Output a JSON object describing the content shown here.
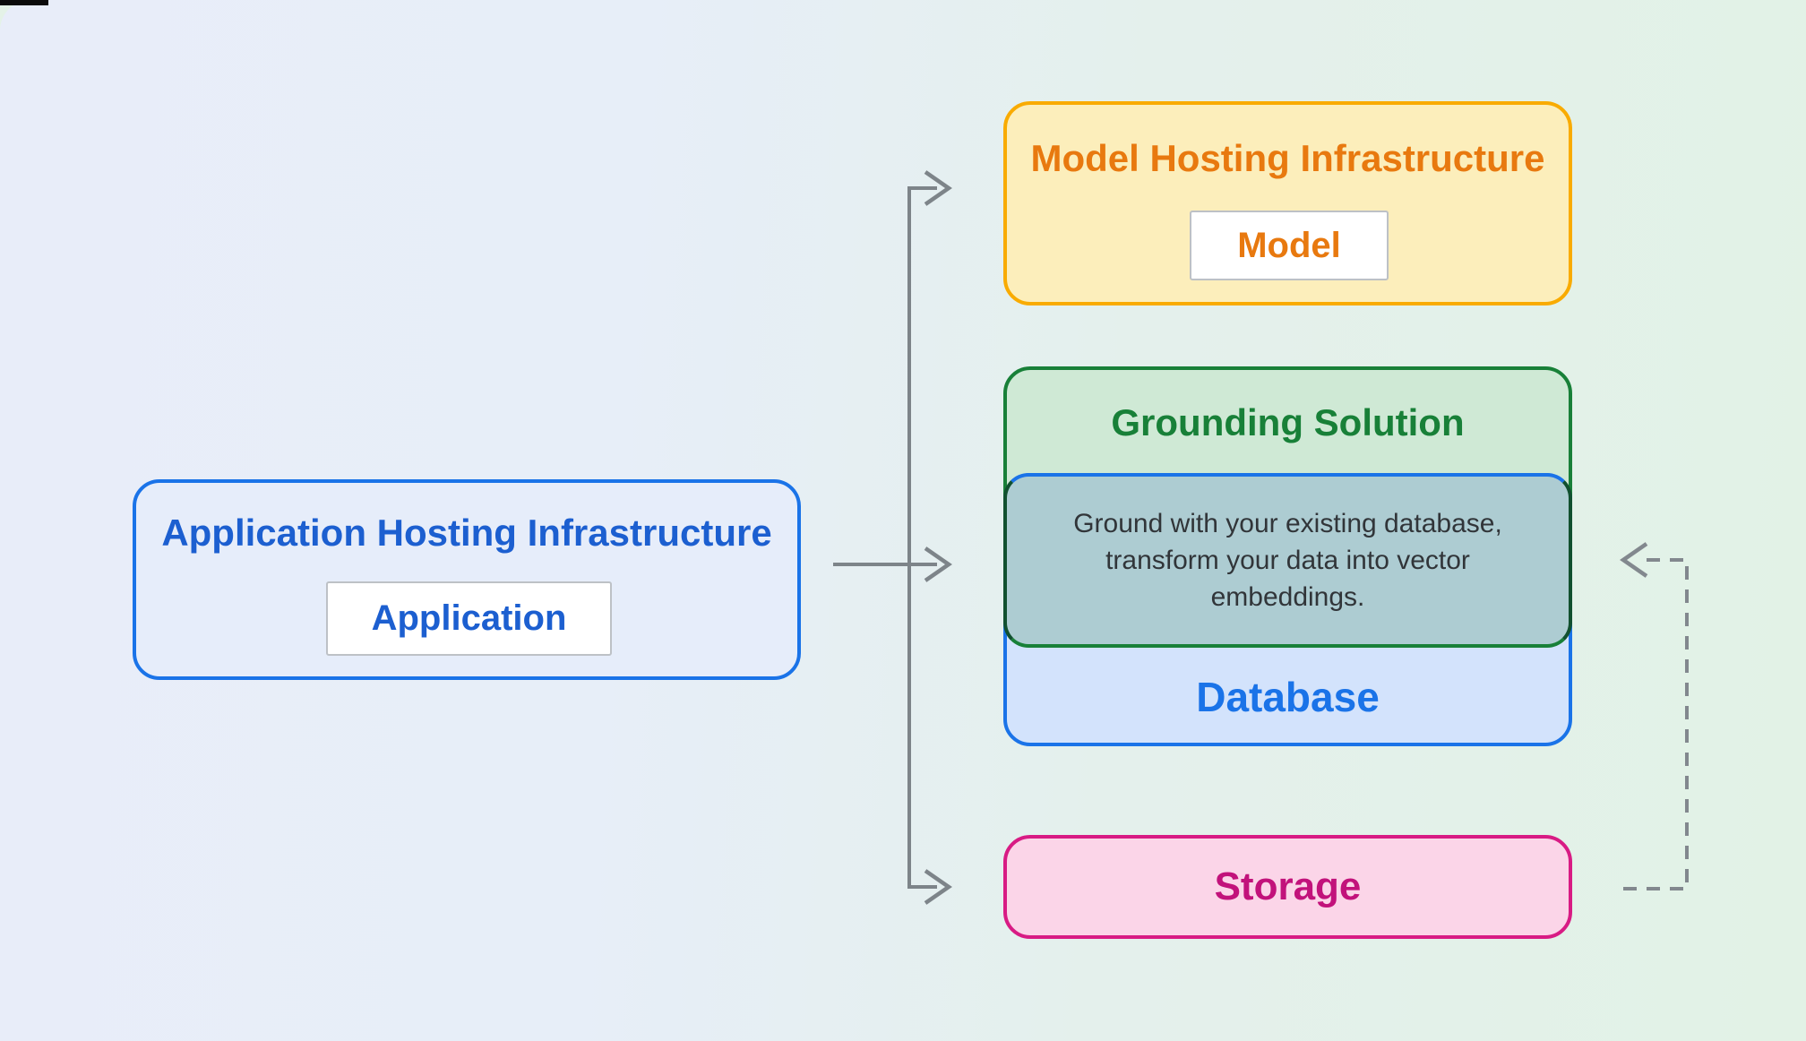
{
  "boxes": {
    "application_hosting": {
      "title": "Application Hosting Infrastructure",
      "chip_label": "Application"
    },
    "model_hosting": {
      "title": "Model Hosting Infrastructure",
      "chip_label": "Model"
    },
    "grounding": {
      "title": "Grounding Solution",
      "description": "Ground with your existing database, transform your data into vector embeddings."
    },
    "database": {
      "label": "Database"
    },
    "storage": {
      "label": "Storage"
    }
  },
  "connections": [
    {
      "from": "application_hosting",
      "to": "model_hosting",
      "style": "solid-arrow"
    },
    {
      "from": "application_hosting",
      "to": "grounding",
      "style": "solid-arrow"
    },
    {
      "from": "application_hosting",
      "to": "storage",
      "style": "solid-arrow"
    },
    {
      "from": "storage",
      "to": "grounding",
      "style": "dashed-arrow"
    }
  ],
  "colors": {
    "background_left": "#e8edf9",
    "background_right": "#e2f2e6",
    "blue_border": "#1a73e8",
    "blue_title_text": "#1c5fd0",
    "application_box_fill": "#e6edfa",
    "orange_border": "#f9ab00",
    "orange_title_text": "#e8790f",
    "model_box_fill": "#fceebb",
    "green_border": "#188038",
    "green_title_text": "#188038",
    "grounding_box_fill": "#cfe9d5",
    "overlay_fill": "#adccd2",
    "description_text": "#313539",
    "database_box_fill": "#d3e3fc",
    "database_text": "#1a73e8",
    "pink_border": "#d81b84",
    "storage_box_fill": "#fbd5e8",
    "storage_text": "#c2127b",
    "chip_fill": "#ffffff",
    "chip_border": "#bdc1c6",
    "arrow_gray": "#7d8489"
  }
}
